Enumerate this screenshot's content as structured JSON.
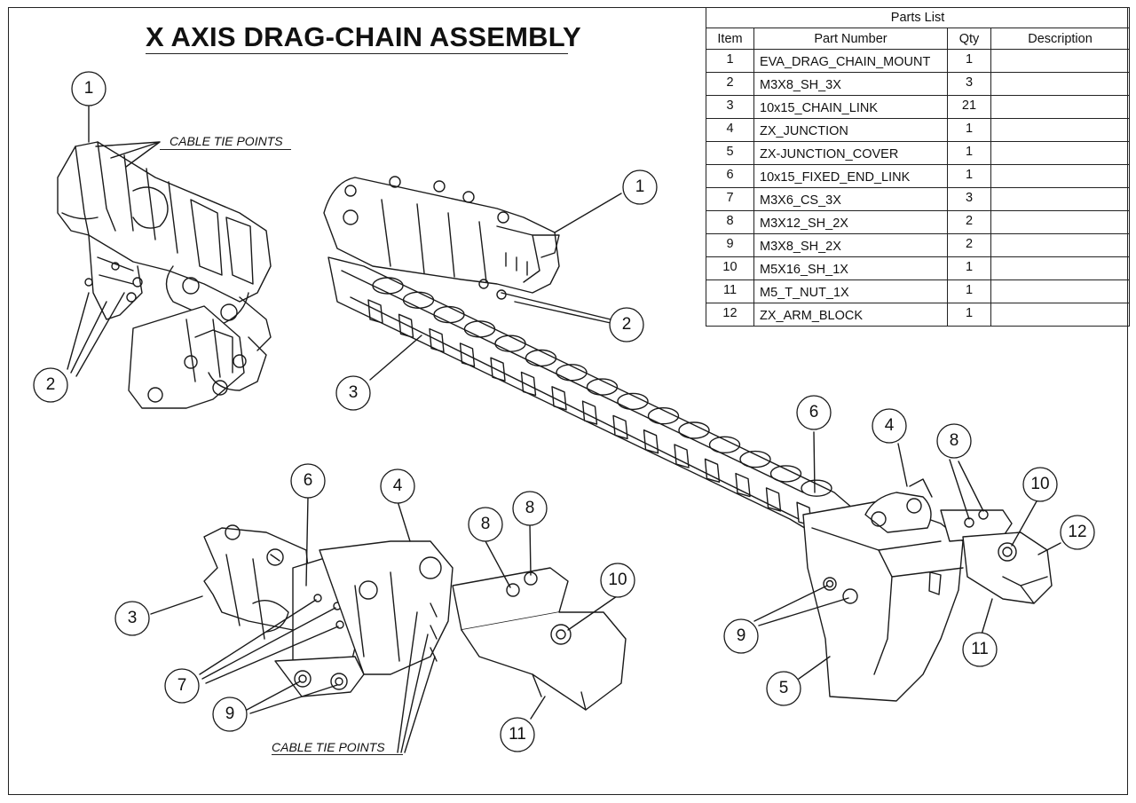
{
  "drawing": {
    "title": "X AXIS DRAG-CHAIN ASSEMBLY",
    "notes": [
      "CABLE TIE POINTS",
      "CABLE TIE POINTS"
    ]
  },
  "parts_list": {
    "caption": "Parts List",
    "columns": [
      "Item",
      "Part Number",
      "Qty",
      "Description"
    ],
    "rows": [
      {
        "item": "1",
        "part_number": "EVA_DRAG_CHAIN_MOUNT",
        "qty": "1",
        "description": ""
      },
      {
        "item": "2",
        "part_number": "M3X8_SH_3X",
        "qty": "3",
        "description": ""
      },
      {
        "item": "3",
        "part_number": "10x15_CHAIN_LINK",
        "qty": "21",
        "description": ""
      },
      {
        "item": "4",
        "part_number": "ZX_JUNCTION",
        "qty": "1",
        "description": ""
      },
      {
        "item": "5",
        "part_number": "ZX-JUNCTION_COVER",
        "qty": "1",
        "description": ""
      },
      {
        "item": "6",
        "part_number": "10x15_FIXED_END_LINK",
        "qty": "1",
        "description": ""
      },
      {
        "item": "7",
        "part_number": "M3X6_CS_3X",
        "qty": "3",
        "description": ""
      },
      {
        "item": "8",
        "part_number": "M3X12_SH_2X",
        "qty": "2",
        "description": ""
      },
      {
        "item": "9",
        "part_number": "M3X8_SH_2X",
        "qty": "2",
        "description": ""
      },
      {
        "item": "10",
        "part_number": "M5X16_SH_1X",
        "qty": "1",
        "description": ""
      },
      {
        "item": "11",
        "part_number": "M5_T_NUT_1X",
        "qty": "1",
        "description": ""
      },
      {
        "item": "12",
        "part_number": "ZX_ARM_BLOCK",
        "qty": "1",
        "description": ""
      }
    ]
  },
  "balloons": [
    {
      "label": "1"
    },
    {
      "label": "2"
    },
    {
      "label": "1"
    },
    {
      "label": "2"
    },
    {
      "label": "3"
    },
    {
      "label": "6"
    },
    {
      "label": "4"
    },
    {
      "label": "8"
    },
    {
      "label": "10"
    },
    {
      "label": "12"
    },
    {
      "label": "9"
    },
    {
      "label": "11"
    },
    {
      "label": "5"
    },
    {
      "label": "6"
    },
    {
      "label": "4"
    },
    {
      "label": "8"
    },
    {
      "label": "8"
    },
    {
      "label": "10"
    },
    {
      "label": "3"
    },
    {
      "label": "7"
    },
    {
      "label": "9"
    },
    {
      "label": "11"
    }
  ]
}
